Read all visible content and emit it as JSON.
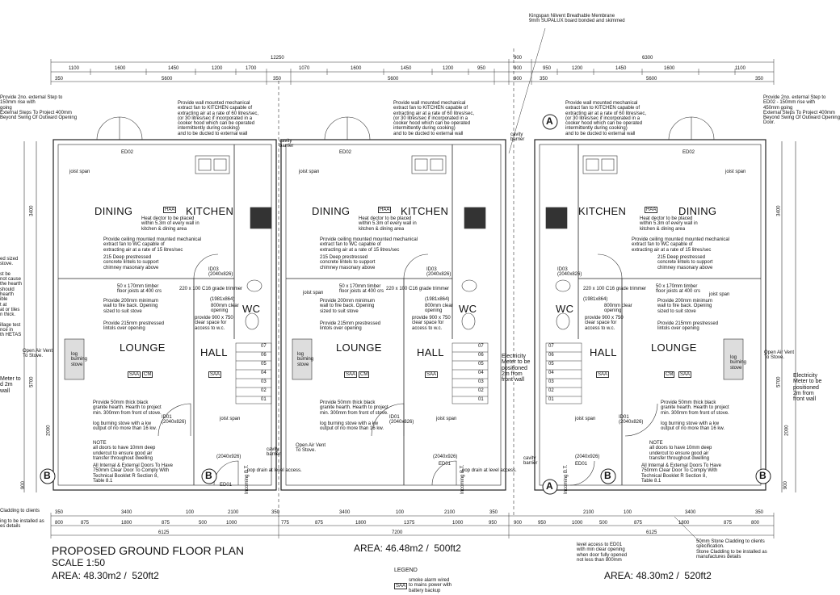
{
  "dimensions": {
    "overall_top": "12250",
    "gap_top": "900",
    "right_top": "6300",
    "top_row": [
      "1100",
      "1600",
      "1450",
      "1200",
      "1700",
      "1070",
      "1600",
      "1450",
      "1200",
      "950",
      "900",
      "950",
      "1200",
      "1450",
      "1600",
      "1100"
    ],
    "second_row": [
      "350",
      "5600",
      "350",
      "5600",
      "900",
      "350",
      "5600",
      "350"
    ],
    "bottom_row1": [
      "350",
      "3400",
      "100",
      "2100",
      "350",
      "3400",
      "100",
      "2100",
      "350",
      "2100",
      "100",
      "3400",
      "350"
    ],
    "bottom_row2": [
      "800",
      "875",
      "1800",
      "875",
      "500",
      "1000",
      "775",
      "875",
      "1800",
      "1375",
      "1000",
      "950",
      "900",
      "950",
      "1000",
      "500",
      "875",
      "1800",
      "875",
      "800"
    ],
    "bottom_totals": [
      "6125",
      "7200",
      "6125"
    ],
    "side_left": [
      "3400",
      "5700",
      "2000",
      "900"
    ],
    "side_right": [
      "3400",
      "5700",
      "2000",
      "900"
    ]
  },
  "rooms": {
    "dining": "DINING",
    "kitchen": "KITCHEN",
    "lounge": "LOUNGE",
    "hall": "HALL",
    "wc": "WC"
  },
  "notes": {
    "membrane": "Kingspan Nilvent Breathable Membrane\n9mm SUPALUX board bonded and skimmed",
    "extract_kitchen": "Provide wall mounted mechanical\nextract fan to KITCHEN capable of\nextracting air at a rate of 60 litres/sec,\n(or 30 litres/sec if incorporated in a\ncooker hood which can be operated\nintermittently during cooking)\nand to be ducted to external wall",
    "heat_detector": "Heat dector to be placed\nwithin 5.3m of every wall in\nkitchen & dining area",
    "extract_wc": "Provide ceiling mounted mounted mechanical\nextract fan to WC capable of\nextracting air at a rate of 15 litres/sec",
    "lintels_chimney": "215 Deep prestressed\nconcrete lintels to support\nchimney masonary above",
    "joists": "50 x 170mm timber\nfloor joists at 400 crs",
    "trimmer": "220 x 100 C16 grade trimmer",
    "wall_fire": "Provide 200mm minimum\nwall to fire back. Opening\nsized to suit stove",
    "lintels_opening": "Provide 215mm prestressed\nlintols over opening",
    "clear_space": "provide 900 x 750\nclear space for\naccess to w.c.",
    "hearth": "Provide 50mm thick black\ngranite hearth. Hearth to project\nmin. 300mm from front of stove.",
    "stove": "log burning stove with a kw\noutput of no more than 16 kw.",
    "note_doors": "NOTE\nall doors to have 10mm deep\nundercut to ensure good air\ntransfer throughout dwelling",
    "note_750": "All Internal & External Doors To Have\n750mm Clear Door To Comply With\nTechnical Booklet R Section 8,\nTable 8.1",
    "electricity_meter": "Electricity\nMeter to be\npositioned\n2m from\nfront wall",
    "air_vent": "Open Air Vent\nTo Stove.",
    "log_stove": "log\nburning\nstove",
    "joist_span": "joist span",
    "ext_steps_left": "Provide 2no. external Step to\n150mm rise with\ngoing\nExternal Steps To Project 400mm\nBeyond Swing Of Outward Opening",
    "ext_steps_right": "Provide 2no. external Step to\nED02 - 150mm rise with\n450mm going\nExternal Steps To Project 400mm\nBeyond Swing Of Outward Opening\nDoor.",
    "stone_cladding": "50mm Stone Cladding to clients\nspecification.\nStone Cladding to be installed as\nmanufactures details",
    "level_access": "level access to ED01\nwith min clear opening\nwhen door fully opened\nnot less than 800mm",
    "pop_drain": "pop drain at level access.",
    "cavity_barrier": "cavity\nbarrier",
    "incoming": "Incoming B.T.",
    "clear_opening": "800mm clear\nopening",
    "left_edge": "ed sized\nstove.\n\nst be\nnot cause\nthe hearth\nshould\nhearth\nible\nt at\nat or tiles\nn thick.\n\nillage test\nnce in\nth HETAS",
    "left_edge_meter": "Meter to\nd 2m\nwall",
    "left_edge_cladding": "Cladding to clients\n\ning to be installed as\nes details"
  },
  "doors": {
    "ed01": "ED01",
    "ed02": "ED02",
    "id01": "ID01\n(2040x826)",
    "id03": "ID03\n(2040x826)",
    "id_wc": "(1981x864)",
    "ed_size": "(2040x926)"
  },
  "stairs": [
    "07",
    "06",
    "05",
    "04",
    "03",
    "02",
    "01"
  ],
  "tags": {
    "haa": "HAA",
    "saa": "SAA",
    "cm": "CM"
  },
  "section_markers": {
    "a": "A",
    "b": "B"
  },
  "title": {
    "heading": "PROPOSED GROUND FLOOR PLAN",
    "scale": "SCALE 1:50",
    "area_left": "AREA: 48.30m2 /  520ft2",
    "area_mid": "AREA: 46.48m2 /  500ft2",
    "area_right": "AREA: 48.30m2 /  520ft2"
  },
  "legend": {
    "heading": "LEGEND",
    "code": "SAA",
    "text": "smoke alarm wired\nto mains power with\nbattery backup"
  }
}
